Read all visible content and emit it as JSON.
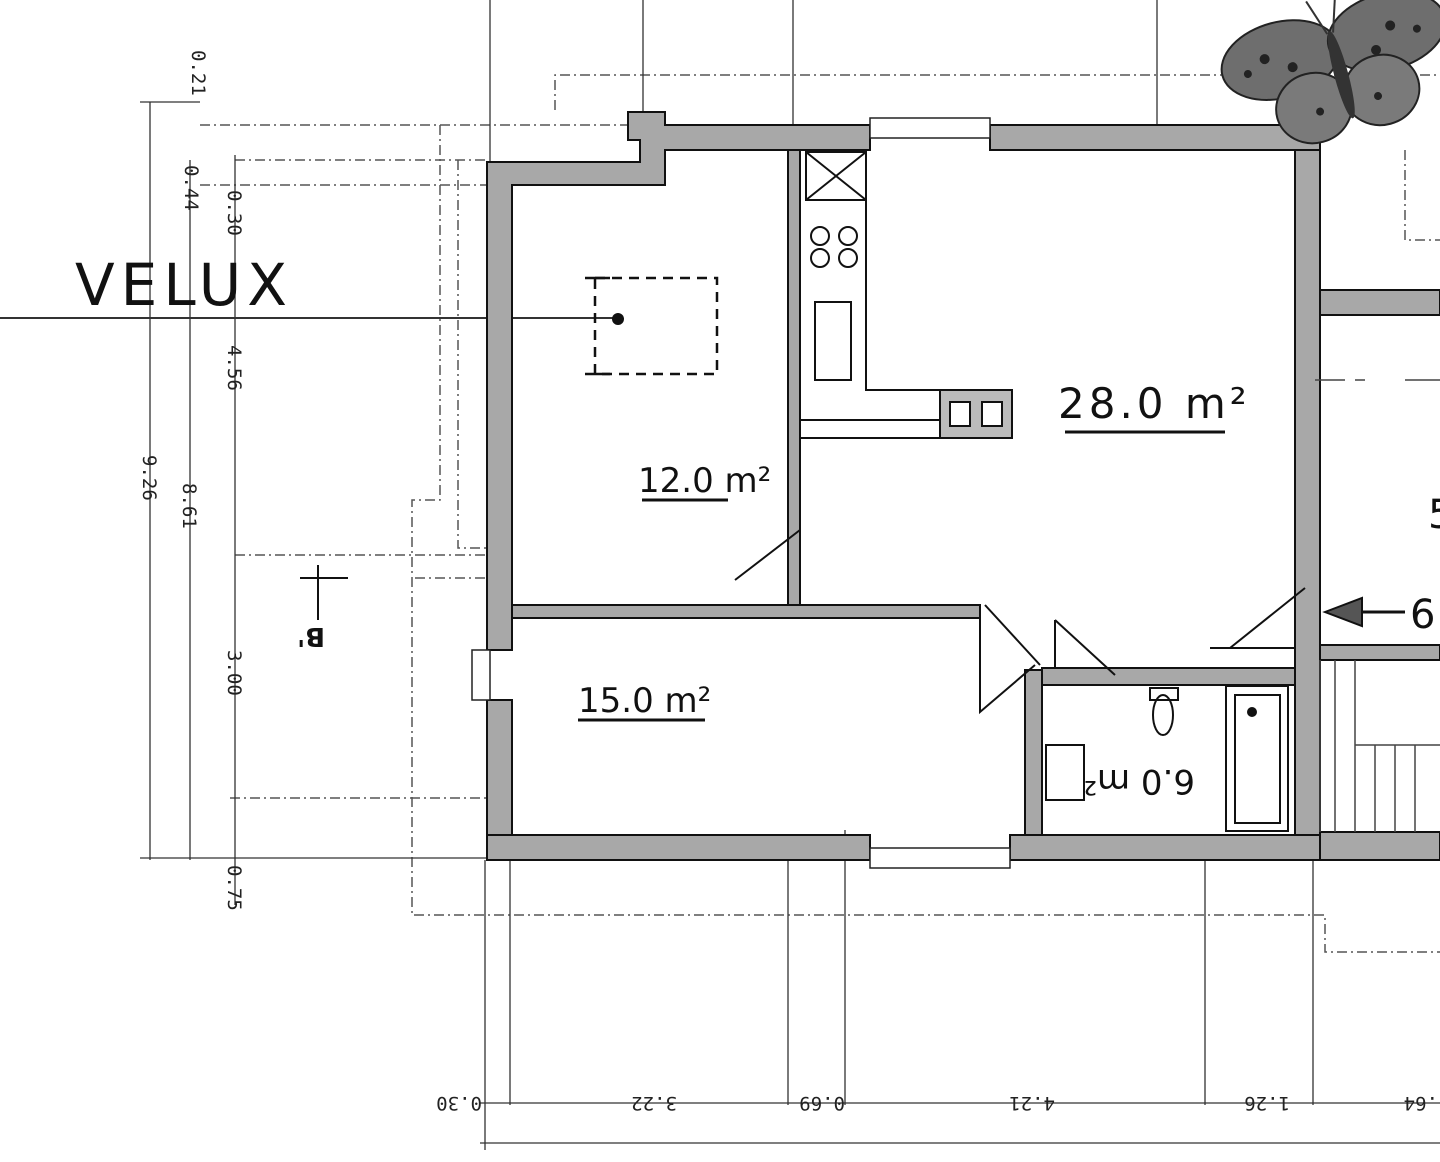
{
  "annotations": {
    "velux": "VELUX",
    "section_marker": "B'",
    "arrow_label": "6",
    "edge_label": "5"
  },
  "rooms": [
    {
      "area": "12.0 m²"
    },
    {
      "area": "28.0 m²"
    },
    {
      "area": "15.0 m²"
    },
    {
      "area": "6.0 m²"
    }
  ],
  "dimensions": {
    "left_outer": "9.26",
    "left_middle": "8.61",
    "left_inner": [
      "0.21",
      "0.44",
      "0.30",
      "4.56",
      "3.00",
      "0.75"
    ],
    "bottom": [
      "0.30",
      "3.22",
      "0.69",
      "4.21",
      "1.26",
      ".64"
    ]
  }
}
